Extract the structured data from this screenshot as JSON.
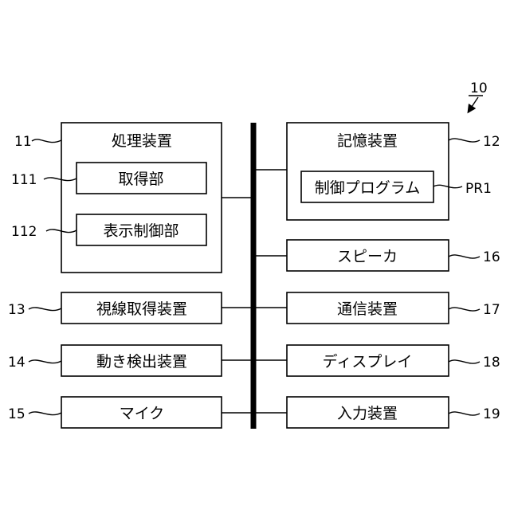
{
  "figure": {
    "ref": "10",
    "bus_ref": ""
  },
  "left": {
    "processor": {
      "ref": "11",
      "label": "処理装置"
    },
    "acquire_unit": {
      "ref": "111",
      "label": "取得部"
    },
    "display_control_unit": {
      "ref": "112",
      "label": "表示制御部"
    },
    "gaze_device": {
      "ref": "13",
      "label": "視線取得装置"
    },
    "motion_device": {
      "ref": "14",
      "label": "動き検出装置"
    },
    "mic": {
      "ref": "15",
      "label": "マイク"
    }
  },
  "right": {
    "storage": {
      "ref": "12",
      "label": "記憶装置"
    },
    "program": {
      "ref": "PR1",
      "label": "制御プログラム"
    },
    "speaker": {
      "ref": "16",
      "label": "スピーカ"
    },
    "comm_device": {
      "ref": "17",
      "label": "通信装置"
    },
    "display": {
      "ref": "18",
      "label": "ディスプレイ"
    },
    "input_device": {
      "ref": "19",
      "label": "入力装置"
    }
  }
}
